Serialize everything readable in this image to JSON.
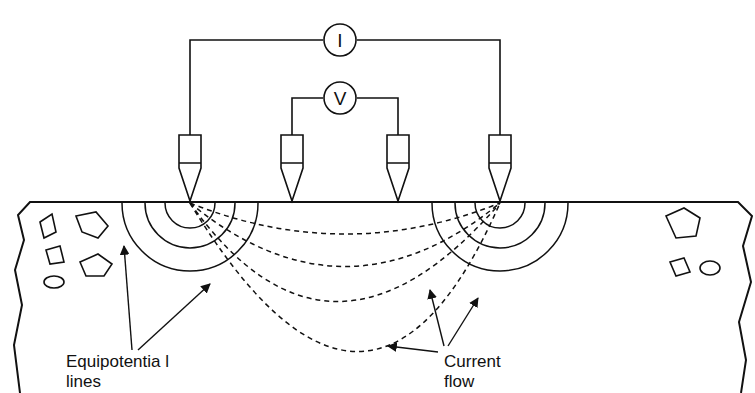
{
  "diagram": {
    "nodes": [
      {
        "text": [
          "I"
        ]
      },
      {
        "text": [
          "V"
        ]
      }
    ],
    "edges": [],
    "labels": [
      "Equipotentia l lines",
      "Current flow"
    ]
  }
}
